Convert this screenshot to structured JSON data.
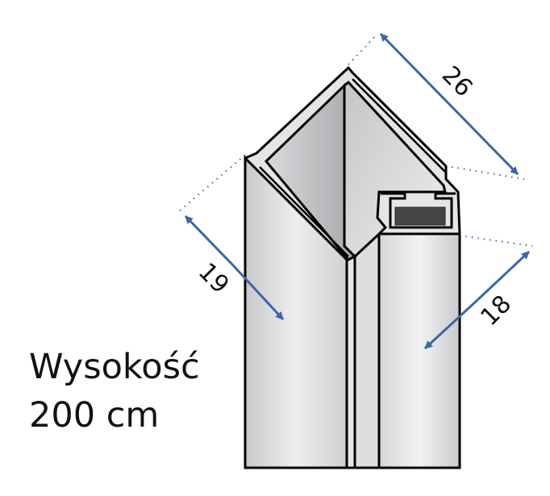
{
  "dimensions": {
    "top_width": "26",
    "left_depth": "19",
    "right_depth": "18"
  },
  "height_label": {
    "line1": "Wysokość",
    "line2": "200 cm"
  },
  "colors": {
    "arrow": "#3a67a8",
    "outline": "#000000",
    "magnet": "#454545"
  }
}
